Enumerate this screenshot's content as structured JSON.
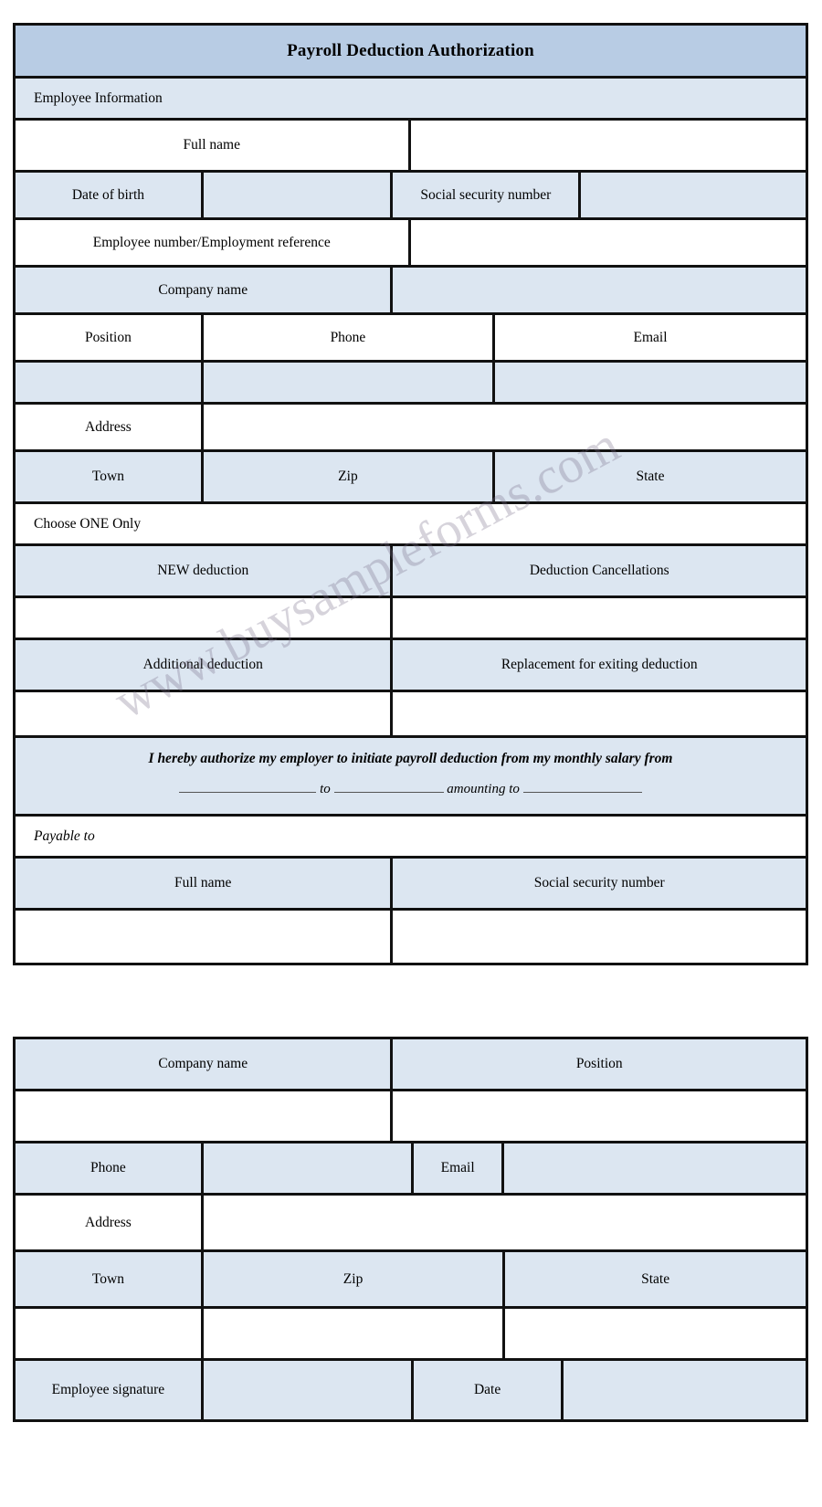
{
  "document": {
    "title": "Payroll Deduction Authorization",
    "watermark": "www.buysampleforms.com"
  },
  "colors": {
    "header_fill": "#b8cce4",
    "cell_fill": "#dce6f1",
    "empty_fill": "#ffffff",
    "border": "#111111",
    "text": "#000000"
  },
  "sections": {
    "employee_information": {
      "heading": "Employee Information",
      "labels": {
        "full_name": "Full name",
        "date_of_birth": "Date of birth",
        "social_security_number": "Social security number",
        "employee_number": "Employee number/Employment reference",
        "company_name": "Company name",
        "position": "Position",
        "phone": "Phone",
        "email": "Email",
        "address": "Address",
        "town": "Town",
        "zip": "Zip",
        "state": "State"
      },
      "values": {
        "full_name": "",
        "date_of_birth": "",
        "social_security_number": "",
        "employee_number": "",
        "company_name": "",
        "position": "",
        "phone": "",
        "email": "",
        "address": "",
        "town": "",
        "zip": "",
        "state": ""
      }
    },
    "deduction_choice": {
      "heading": "Choose ONE Only",
      "options": [
        "NEW deduction",
        "Deduction Cancellations",
        "Additional deduction",
        "Replacement for exiting deduction"
      ],
      "values": [
        "",
        "",
        "",
        ""
      ]
    },
    "authorization": {
      "statement": "I hereby authorize my employer to initiate payroll deduction from my monthly salary from",
      "connector_to": "to",
      "connector_amount": "amounting to",
      "blank_from": "",
      "blank_to": "",
      "blank_amount": ""
    },
    "payable_to": {
      "heading": "Payable to",
      "labels": {
        "full_name": "Full name",
        "social_security_number": "Social security number"
      },
      "values": {
        "full_name": "",
        "social_security_number": ""
      }
    },
    "payee_details": {
      "labels": {
        "company_name": "Company name",
        "position": "Position",
        "phone": "Phone",
        "email": "Email",
        "address": "Address",
        "town": "Town",
        "zip": "Zip",
        "state": "State",
        "employee_signature": "Employee signature",
        "date": "Date"
      },
      "values": {
        "company_name": "",
        "position": "",
        "phone": "",
        "email": "",
        "address": "",
        "town": "",
        "zip": "",
        "state": "",
        "employee_signature": "",
        "date": ""
      }
    }
  }
}
